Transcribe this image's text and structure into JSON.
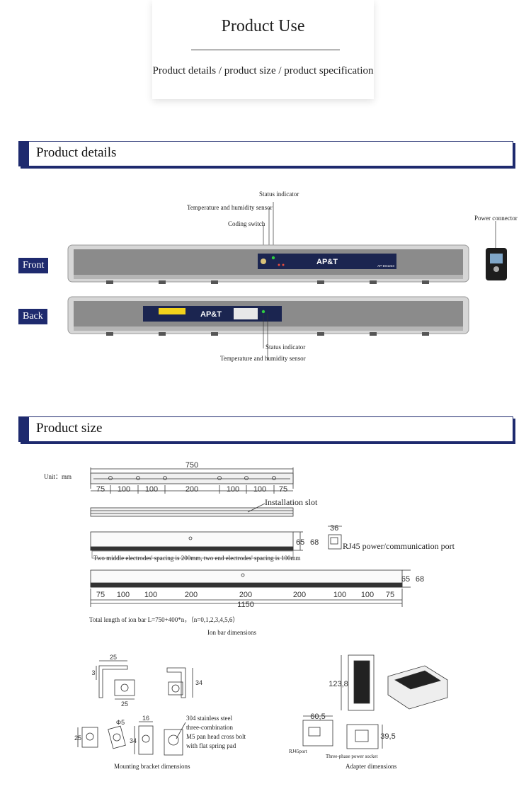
{
  "header": {
    "title": "Product Use",
    "subtitle": "Product details / product size / product specification"
  },
  "sections": {
    "details": {
      "title": "Product details"
    },
    "size": {
      "title": "Product size"
    }
  },
  "details": {
    "front_label": "Front",
    "back_label": "Back",
    "callouts": {
      "status_indicator": "Status indicator",
      "temp_humidity_sensor": "Temperature and humidity sensor",
      "coding_switch": "Coding switch",
      "power_connector": "Power connector",
      "status_indicator_back": "Status indicator",
      "temp_humidity_sensor_back": "Temperature and humidity sensor"
    },
    "brand": "AP&T",
    "model": "AP-DS1223"
  },
  "size": {
    "unit_label": "Unit：mm",
    "bar750": {
      "total": "750",
      "segments": [
        "75",
        "100",
        "100",
        "200",
        "100",
        "100",
        "75"
      ]
    },
    "installation_slot": "Installation slot",
    "side_dims": [
      "65",
      "68"
    ],
    "rj45_width": "36",
    "rj45_label": "RJ45 power/communication port",
    "spacing_note": "Two middle electrodes' spacing is 200mm, two end electrodes' spacing is 100mm",
    "bar1150": {
      "total": "1150",
      "segments": [
        "75",
        "100",
        "100",
        "200",
        "200",
        "200",
        "100",
        "100",
        "75"
      ]
    },
    "side_dims_2": [
      "65",
      "68"
    ],
    "length_formula": "Total length of ion bar L=750+400*n，（n=0,1,2,3,4,5,6）",
    "ion_bar_caption": "Ion bar dimensions",
    "bracket": {
      "dims": [
        "25",
        "3",
        "25",
        "34",
        "16",
        "25",
        "34",
        "Φ5"
      ],
      "note_lines": [
        "304 stainless steel",
        "three-combination",
        "M5 pan head cross bolt",
        "with flat spring pad"
      ],
      "caption": "Mounting bracket dimensions"
    },
    "adapter": {
      "height": "123,8",
      "width": "60,5",
      "depth": "39,5",
      "rj45_port": "RJ45port",
      "socket_label": "Three-phase power socket",
      "caption": "Adapter dimensions"
    }
  },
  "colors": {
    "navy": "#1e2a6e",
    "bar_gray": "#8a8a8a",
    "frame": "#c8c8c8"
  }
}
